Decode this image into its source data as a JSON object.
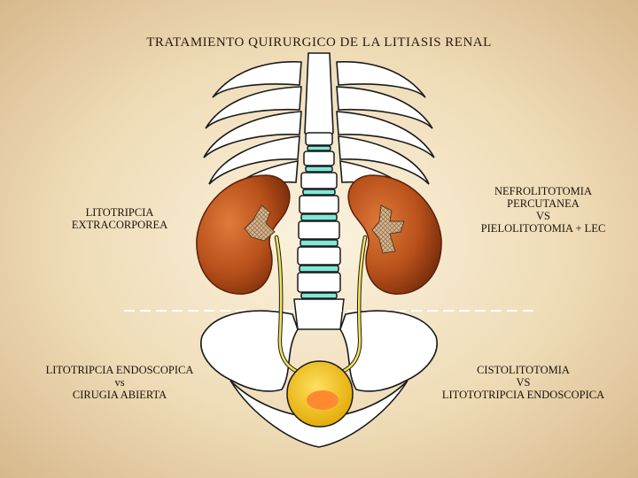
{
  "title": "TRATAMIENTO QUIRURGICO DE LA LITIASIS RENAL",
  "labels": {
    "extracorporea": [
      "LITOTRIPCIA",
      "EXTRACORPOREA"
    ],
    "nefrolitotomia": [
      "NEFROLITOTOMIA",
      "PERCUTANEA",
      "VS",
      "PIELOLITOTOMIA + LEC"
    ],
    "endoscopica": [
      "LITOTRIPCIA ENDOSCOPICA",
      "vs",
      "CIRUGIA ABIERTA"
    ],
    "cistolitotomia": [
      "CISTOLITOTOMIA",
      "VS",
      "LITOTOTRIPCIA ENDOSCOPICA"
    ]
  },
  "colors": {
    "kidney": "#b8501a",
    "bone": "#ffffff",
    "vertebra_disc": "#7fe8d8",
    "ureter": "#f2e35a",
    "bladder": "#f0c020",
    "stone": "#ff8a30"
  }
}
